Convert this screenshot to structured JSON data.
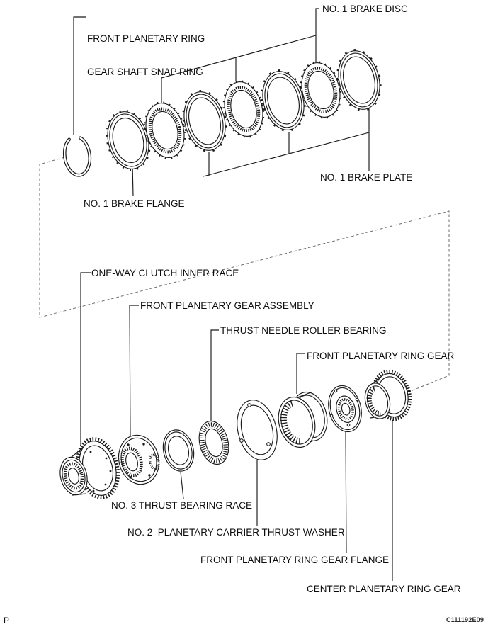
{
  "figure": {
    "type": "exploded-parts-diagram",
    "footer": {
      "page_marker": "P",
      "figure_code": "C111192E09"
    },
    "colors": {
      "background": "#ffffff",
      "line_art": "#1a1a1a",
      "guide_dash": "#6e6e6e"
    },
    "labels": {
      "snap_ring_line1": "FRONT PLANETARY RING",
      "snap_ring_line2": "GEAR SHAFT SNAP RING",
      "brake_disc": "NO. 1 BRAKE DISC",
      "brake_plate": "NO. 1 BRAKE PLATE",
      "brake_flange": "NO. 1 BRAKE FLANGE",
      "one_way_clutch": "ONE-WAY CLUTCH INNER RACE",
      "gear_assembly": "FRONT PLANETARY GEAR ASSEMBLY",
      "needle_bearing": "THRUST NEEDLE ROLLER BEARING",
      "ring_gear": "FRONT PLANETARY RING GEAR",
      "thrust_race": "NO. 3 THRUST BEARING RACE",
      "carrier_washer": "NO. 2  PLANETARY CARRIER THRUST WASHER",
      "ring_gear_flange": "FRONT PLANETARY RING GEAR FLANGE",
      "center_ring_gear": "CENTER PLANETARY RING GEAR"
    }
  }
}
